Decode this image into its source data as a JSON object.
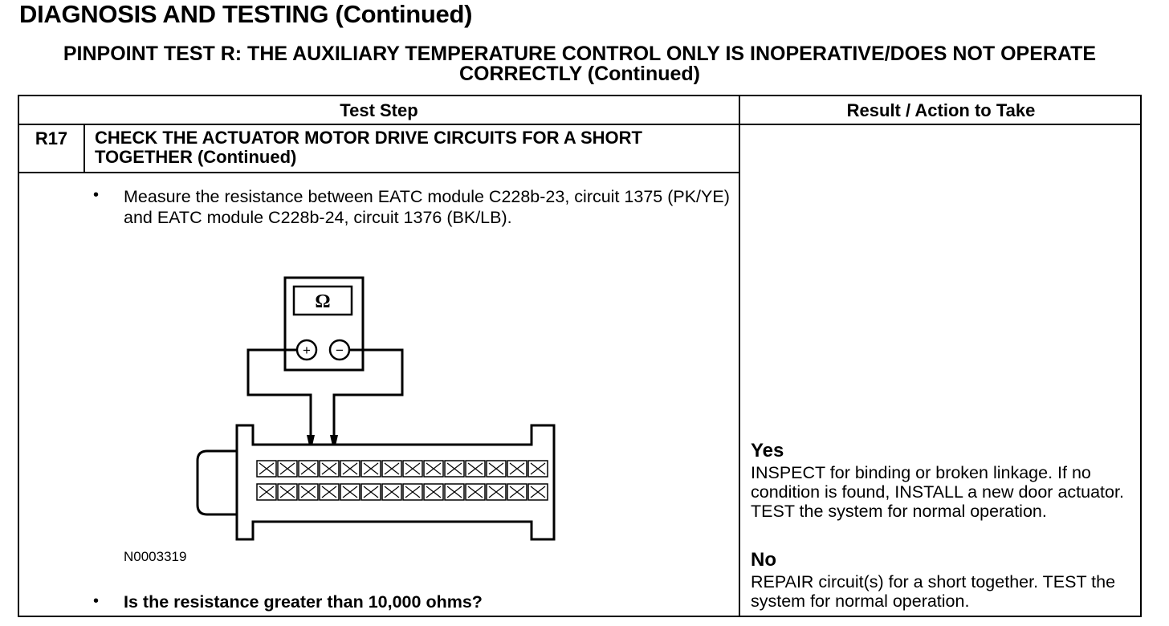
{
  "page": {
    "title": "DIAGNOSIS AND TESTING (Continued)",
    "subtitle": "PINPOINT TEST R: THE AUXILIARY TEMPERATURE CONTROL ONLY IS INOPERATIVE/DOES NOT OPERATE CORRECTLY (Continued)"
  },
  "table": {
    "headers": [
      "Test Step",
      "Result / Action to Take"
    ],
    "step": {
      "id": "R17",
      "title": "CHECK THE ACTUATOR MOTOR DRIVE CIRCUITS FOR A SHORT TOGETHER (Continued)",
      "bullet": "•",
      "instruction": "Measure the resistance between EATC module C228b-23, circuit 1375 (PK/YE) and EATC module C228b-24, circuit 1376 (BK/LB).",
      "figure": {
        "meter_symbol": "Ω",
        "plus_symbol": "+",
        "minus_symbol": "−",
        "figure_id": "N0003319"
      },
      "question": "Is the resistance greater than 10,000 ohms?"
    },
    "results": [
      {
        "label": "Yes",
        "action": "INSPECT for binding or broken linkage. If no condition is found, INSTALL a new door actuator. TEST the system for normal operation."
      },
      {
        "label": "No",
        "action": "REPAIR circuit(s) for a short together. TEST the system for normal operation."
      }
    ]
  }
}
